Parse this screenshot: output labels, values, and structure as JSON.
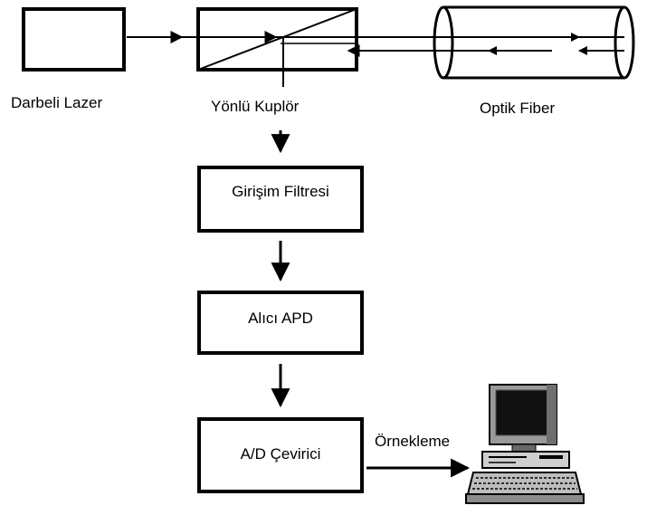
{
  "components": {
    "laser": {
      "label": "Darbeli Lazer"
    },
    "coupler": {
      "label": "Yönlü Kuplör"
    },
    "fiber": {
      "label": "Optik Fiber"
    },
    "filter": {
      "label": "Girişim Filtresi"
    },
    "apd": {
      "label": "Alıcı APD"
    },
    "adc": {
      "label": "A/D Çevirici"
    },
    "computer": {
      "icon": "computer-icon"
    }
  },
  "edges": {
    "sampling_label": "Örnekleme"
  },
  "colors": {
    "stroke": "#000000",
    "background": "#ffffff",
    "screen": "#111111"
  }
}
